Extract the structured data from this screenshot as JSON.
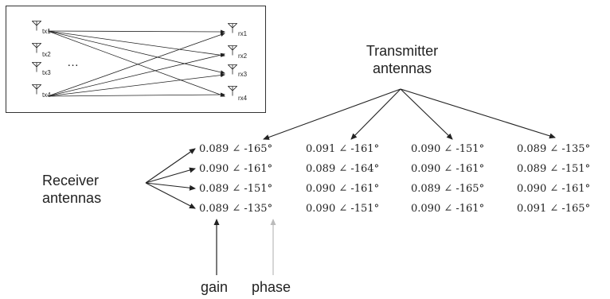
{
  "inset": {
    "tx_labels": [
      "tx1",
      "tx2",
      "tx3",
      "tx4"
    ],
    "rx_labels": [
      "rx1",
      "rx2",
      "rx3",
      "rx4"
    ],
    "ellipsis": "…"
  },
  "labels": {
    "transmitter_line1": "Transmitter",
    "transmitter_line2": "antennas",
    "receiver_line1": "Receiver",
    "receiver_line2": "antennas",
    "gain": "gain",
    "phase": "phase"
  },
  "matrix": [
    [
      "0.089 ∠ -165°",
      "0.091 ∠ -161°",
      "0.090 ∠ -151°",
      "0.089 ∠ -135°"
    ],
    [
      "0.090 ∠ -161°",
      "0.089 ∠ -164°",
      "0.090 ∠ -161°",
      "0.089 ∠ -151°"
    ],
    [
      "0.089 ∠ -151°",
      "0.090 ∠ -161°",
      "0.089 ∠ -165°",
      "0.090 ∠ -161°"
    ],
    [
      "0.089 ∠ -135°",
      "0.090 ∠ -151°",
      "0.090 ∠ -161°",
      "0.091 ∠ -165°"
    ]
  ],
  "colors": {
    "ink": "#222222",
    "phase_arrow": "#bbbbbb"
  }
}
